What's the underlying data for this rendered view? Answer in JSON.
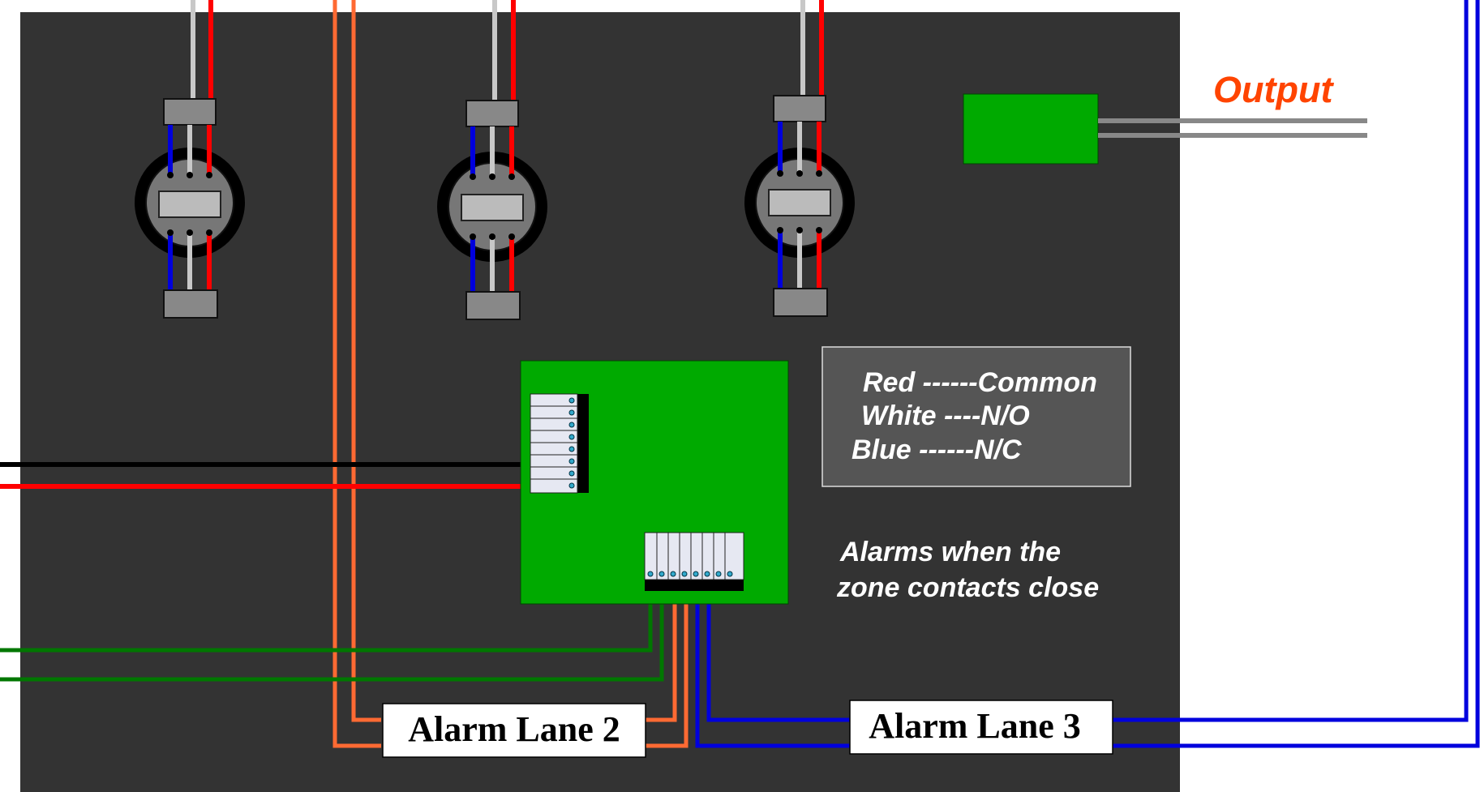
{
  "labels": {
    "output": "Output",
    "legend_red": "Red ------Common",
    "legend_white": "White ----N/O",
    "legend_blue": "Blue ------N/C",
    "alarms_line1": "Alarms when the",
    "alarms_line2": "zone contacts close",
    "lane2": "Alarm Lane 2",
    "lane3": "Alarm Lane 3"
  },
  "colors": {
    "panel": "#333333",
    "board": "#00aa00",
    "output_text": "#ff4400",
    "orange_wire": "#ff6a33",
    "green_wire": "#007700",
    "blue_wire": "#0000dd",
    "red_wire": "#ff0000",
    "white_wire": "#c8c8c8",
    "black_wire": "#000000"
  },
  "icons": [
    "sensor-icon",
    "terminal-block-icon",
    "relay-module-icon",
    "control-board-icon"
  ]
}
